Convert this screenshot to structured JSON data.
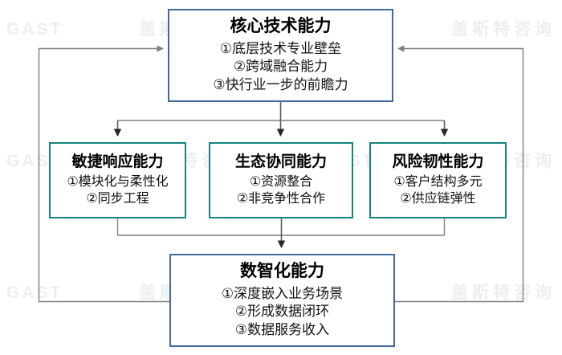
{
  "diagram": {
    "watermark": {
      "latin": "GAST",
      "cjk": "盖斯特咨询"
    },
    "colors": {
      "blue_border": "#41699e",
      "teal_border": "#16827f",
      "connector": "#7f7f7f",
      "arrow_dark": "#262626",
      "watermark": "#eceef1",
      "text": "#000000"
    },
    "nodes": {
      "core": {
        "title": "核心技术能力",
        "items": [
          "①底层技术专业壁垒",
          "②跨域融合能力",
          "③快行业一步的前瞻力"
        ]
      },
      "agile": {
        "title": "敏捷响应能力",
        "items": [
          "①模块化与柔性化",
          "②同步工程"
        ]
      },
      "ecosystem": {
        "title": "生态协同能力",
        "items": [
          "①资源整合",
          "②非竞争性合作"
        ]
      },
      "risk": {
        "title": "风险韧性能力",
        "items": [
          "①客户结构多元",
          "②供应链弹性"
        ]
      },
      "digital": {
        "title": "数智化能力",
        "items": [
          "①深度嵌入业务场景",
          "②形成数据闭环",
          "③数据服务收入"
        ]
      }
    }
  }
}
